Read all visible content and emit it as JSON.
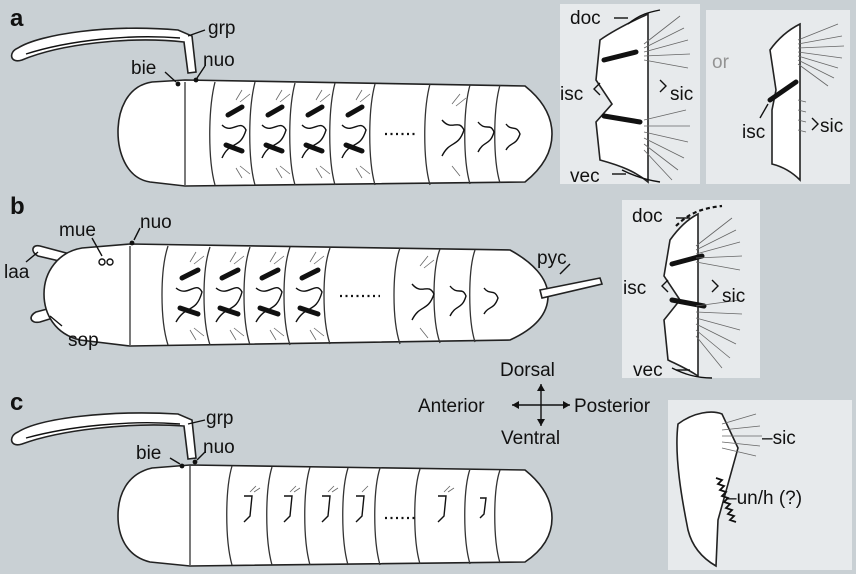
{
  "panels": {
    "a": {
      "letter": "a",
      "labels": {
        "grp": "grp",
        "bie": "bie",
        "nuo": "nuo"
      },
      "inset1": {
        "doc": "doc",
        "isc": "isc",
        "sic": "sic",
        "vec": "vec"
      },
      "or": "or",
      "inset2": {
        "isc": "isc",
        "sic": "sic"
      }
    },
    "b": {
      "letter": "b",
      "labels": {
        "mue": "mue",
        "nuo": "nuo",
        "laa": "laa",
        "sop": "sop",
        "pyc": "pyc"
      },
      "inset": {
        "doc": "doc",
        "isc": "isc",
        "sic": "sic",
        "vec": "vec"
      }
    },
    "c": {
      "letter": "c",
      "labels": {
        "grp": "grp",
        "bie": "bie",
        "nuo": "nuo"
      },
      "inset": {
        "sic": "–sic",
        "unh": "–un/h (?)"
      }
    }
  },
  "compass": {
    "dorsal": "Dorsal",
    "ventral": "Ventral",
    "anterior": "Anterior",
    "posterior": "Posterior"
  },
  "colors": {
    "background": "#c9d0d4",
    "body": "#ffffff",
    "ink": "#111111"
  }
}
